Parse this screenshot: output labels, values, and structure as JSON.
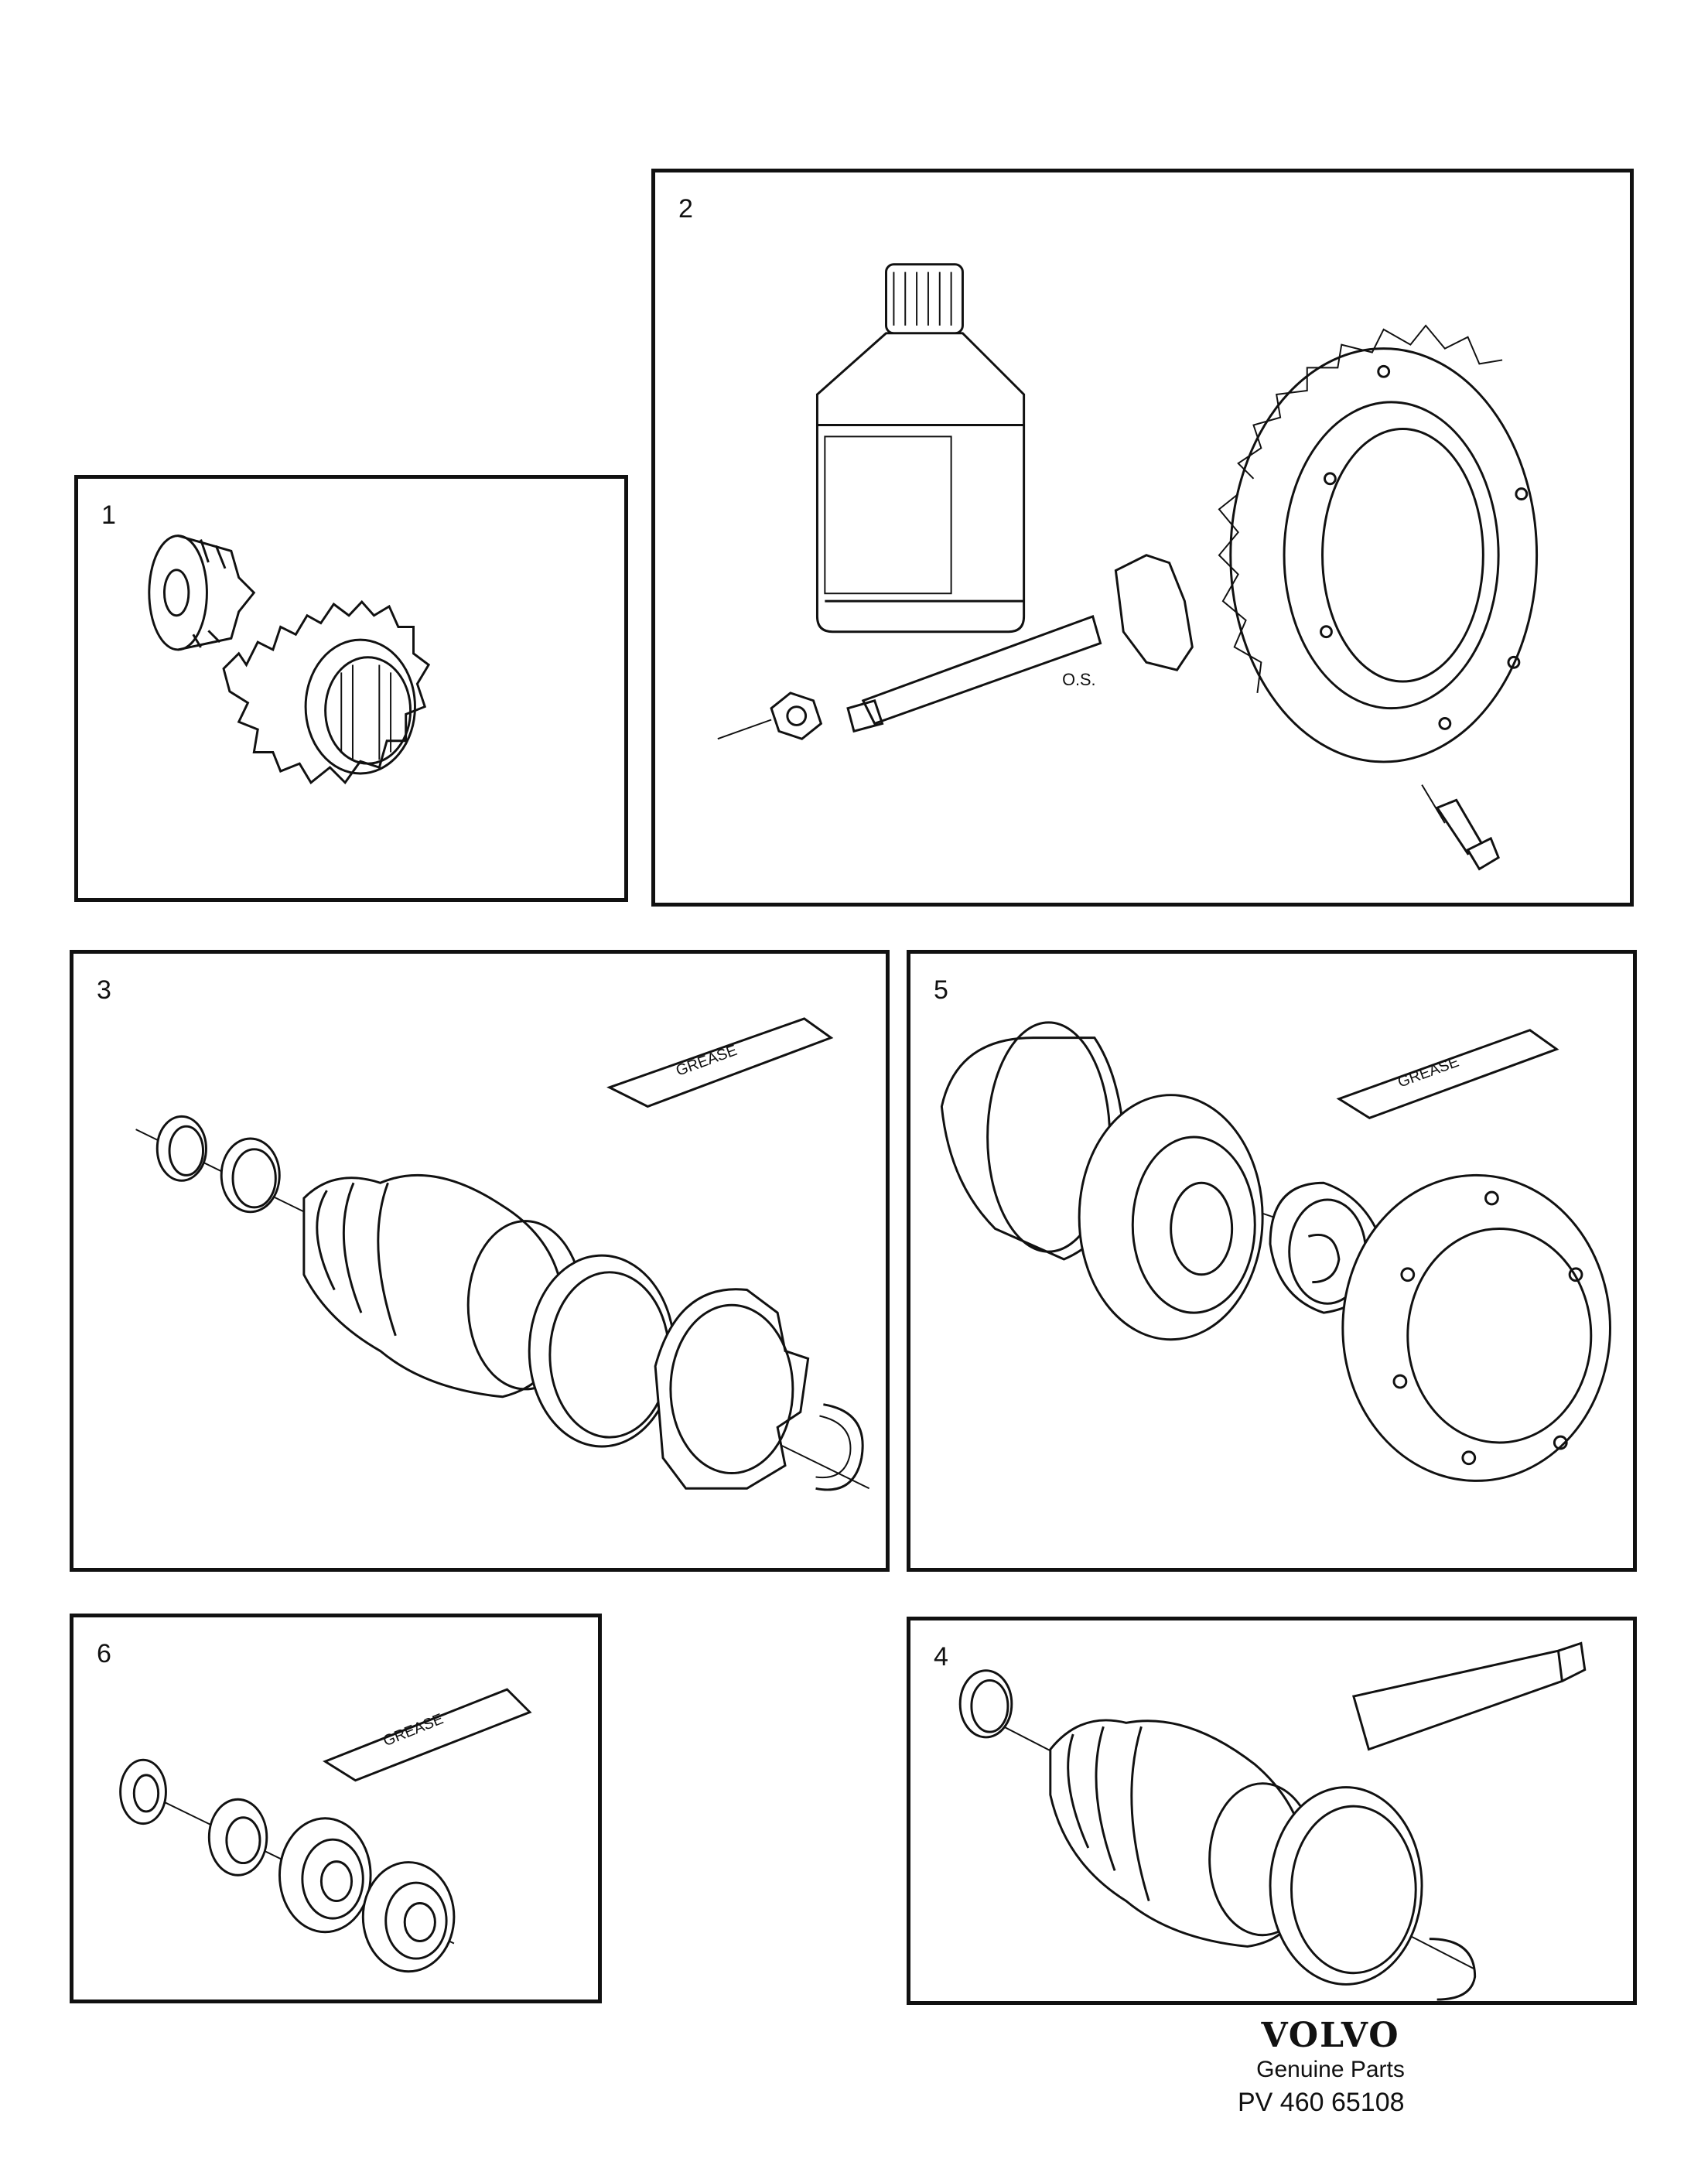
{
  "panels": [
    {
      "id": "p1",
      "number": "1"
    },
    {
      "id": "p2",
      "number": "2",
      "gear_mark": "O.S."
    },
    {
      "id": "p3",
      "number": "3",
      "tube_label": "GREASE"
    },
    {
      "id": "p5",
      "number": "5",
      "tube_label": "GREASE"
    },
    {
      "id": "p6",
      "number": "6",
      "tube_label": "GREASE"
    },
    {
      "id": "p4",
      "number": "4"
    }
  ],
  "footer": {
    "brand": "VOLVO",
    "subtitle": "Genuine Parts",
    "code": "PV 460 65108"
  },
  "icons": [
    "pinion-gear-icon",
    "side-gear-icon",
    "oil-bottle-icon",
    "ring-gear-icon",
    "pinion-shaft-icon",
    "nut-icon",
    "bolt-icon",
    "grease-sachet-icon",
    "cv-boot-icon",
    "clamp-ring-icon",
    "circlip-icon",
    "bearing-icon",
    "seal-icon",
    "cv-joint-icon",
    "hub-flange-icon",
    "grease-tube-icon"
  ]
}
